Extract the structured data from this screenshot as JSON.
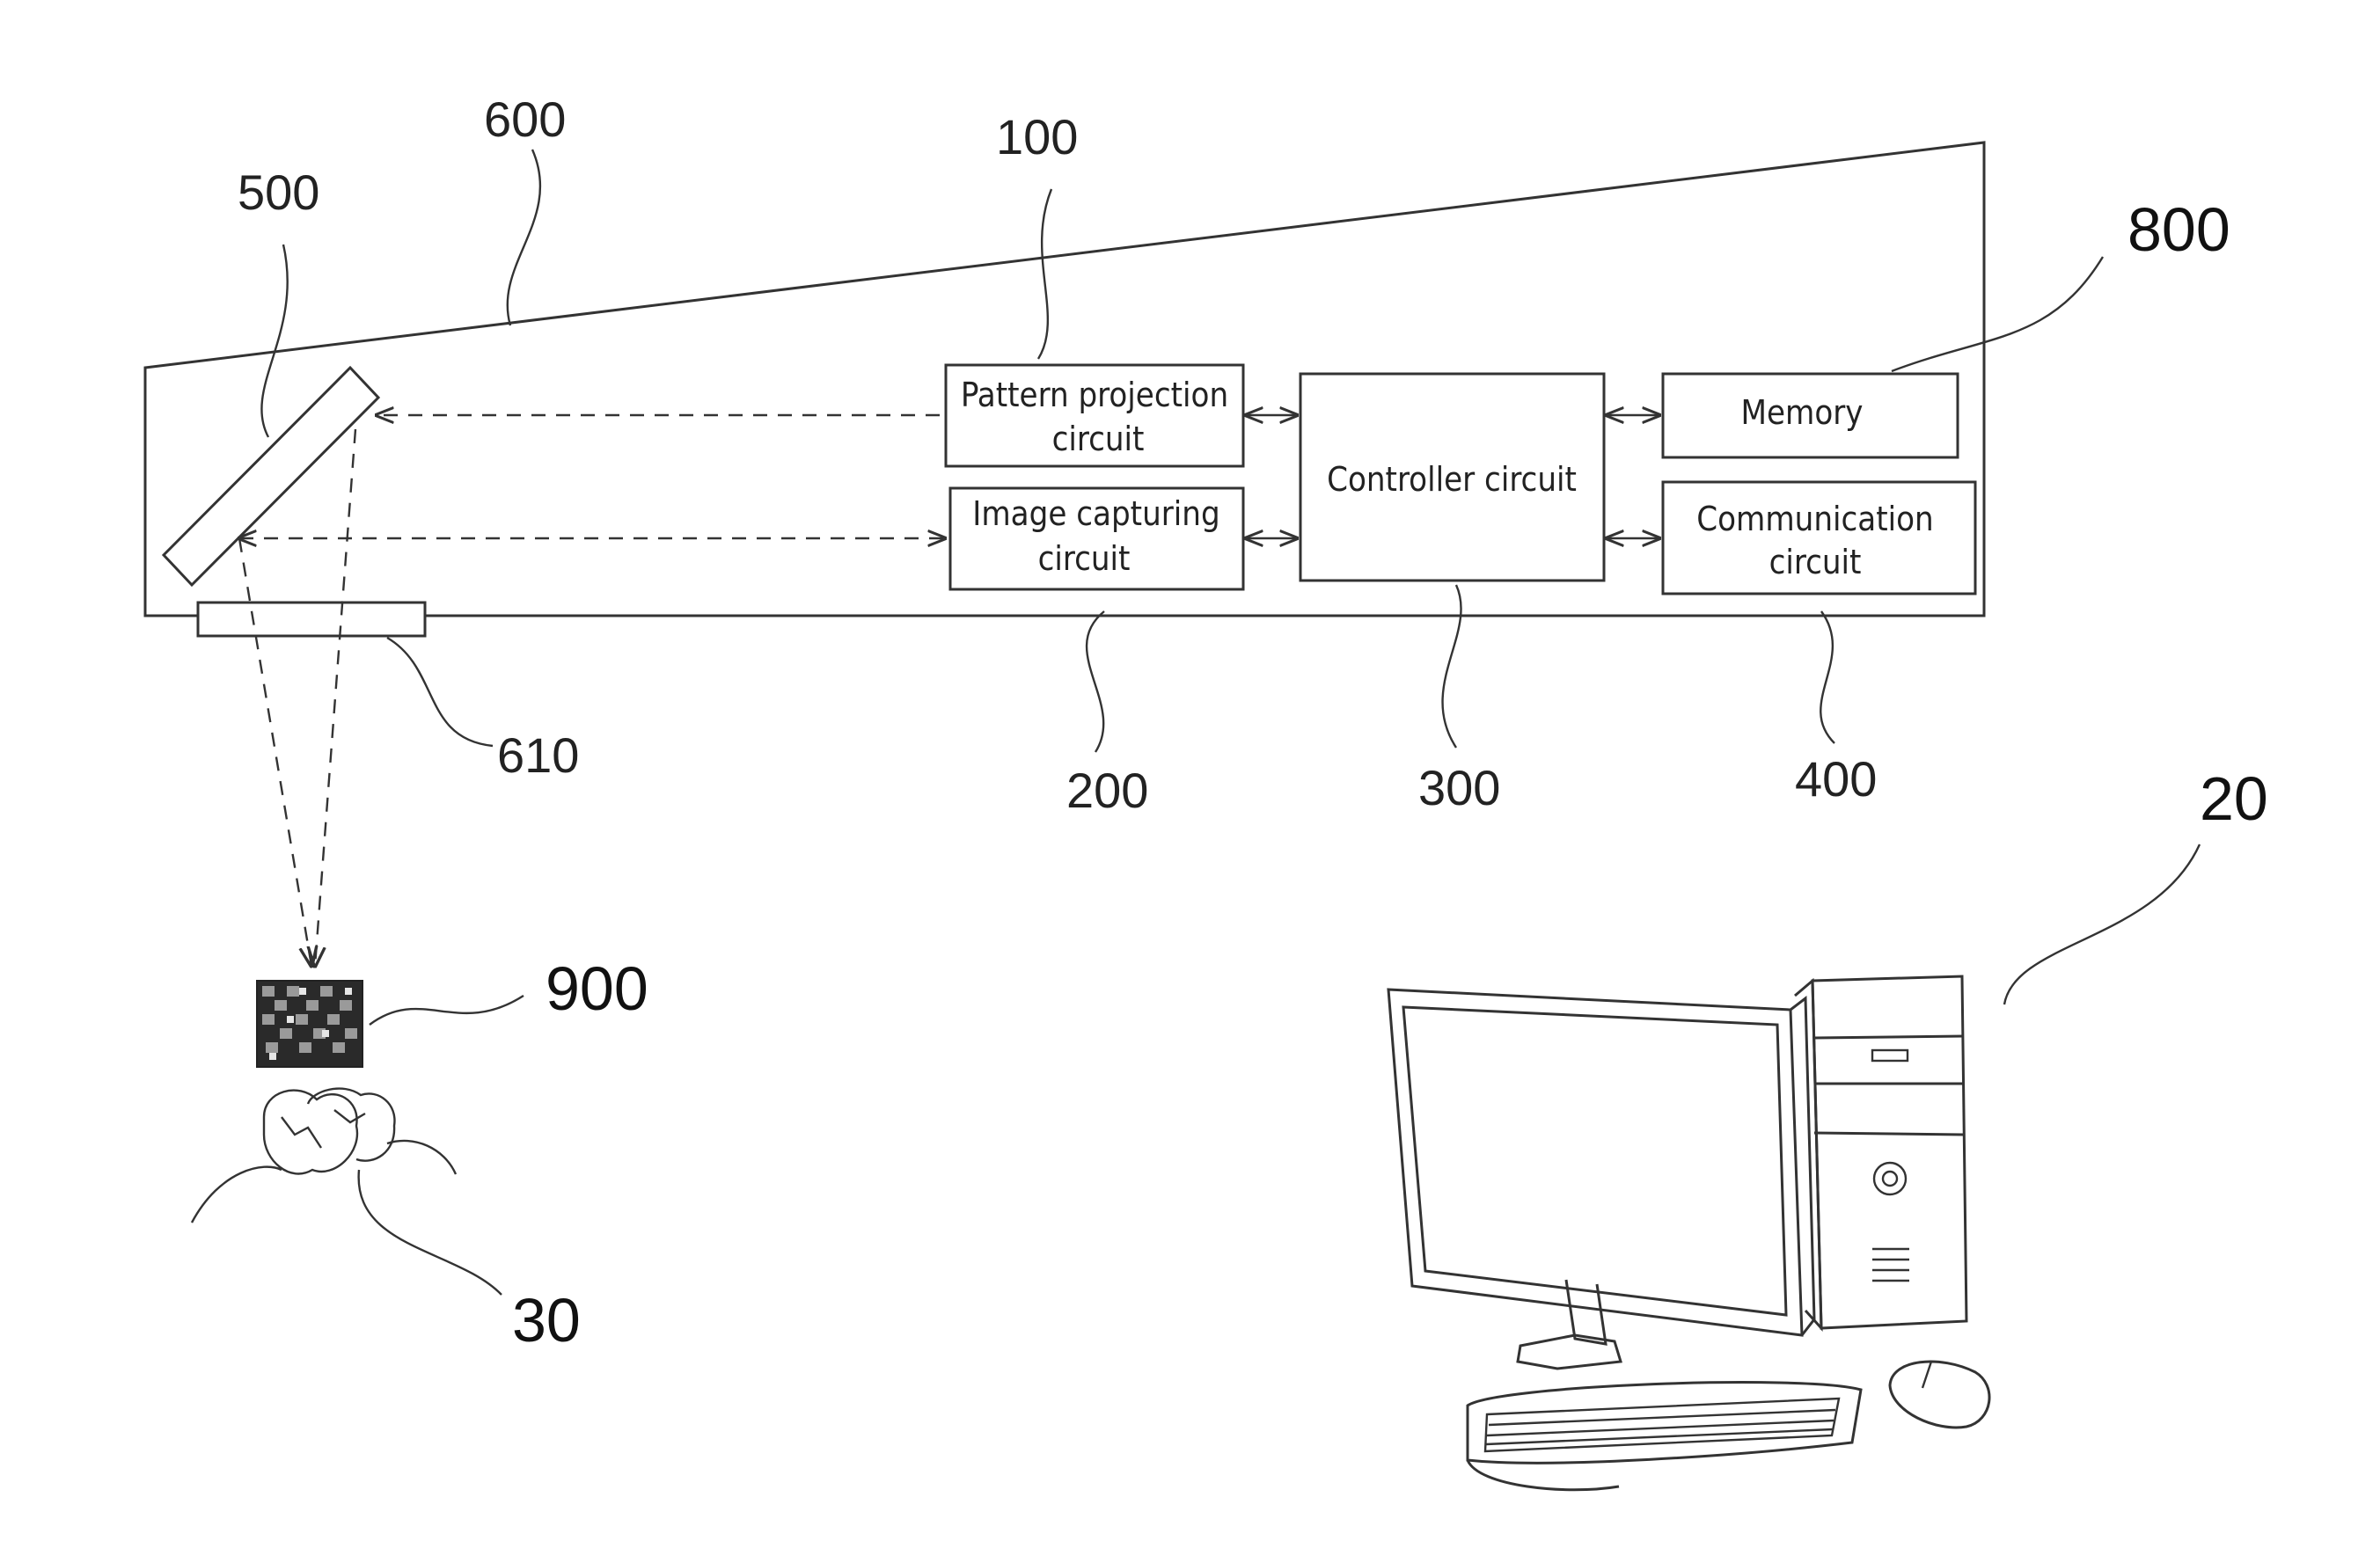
{
  "blocks": {
    "pattern_projection": [
      "Pattern projection",
      "circuit"
    ],
    "image_capturing": [
      "Image capturing",
      "circuit"
    ],
    "controller": "Controller circuit",
    "memory": "Memory",
    "communication": [
      "Communication",
      "circuit"
    ]
  },
  "refs": {
    "r600": "600",
    "r500": "500",
    "r100": "100",
    "r800": "800",
    "r610": "610",
    "r200": "200",
    "r300": "300",
    "r400": "400",
    "r20": "20",
    "r900": "900",
    "r30": "30"
  }
}
